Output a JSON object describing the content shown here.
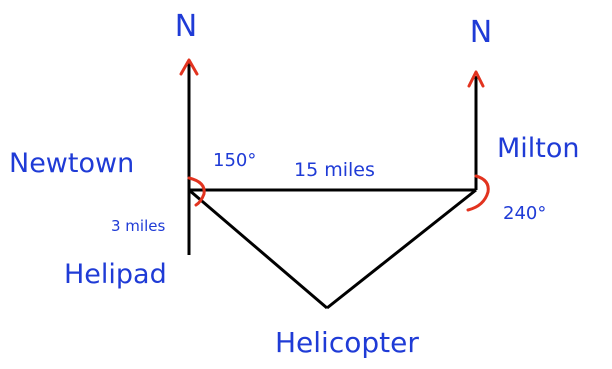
{
  "diagram": {
    "north_left": "N",
    "north_right": "N",
    "labels": {
      "newtown": "Newtown",
      "milton": "Milton",
      "helipad": "Helipad",
      "helicopter": "Helicopter",
      "distance_newtown_milton": "15 miles",
      "distance_newtown_helipad": "3 miles",
      "angle_newtown": "150°",
      "angle_milton": "240°"
    },
    "colors": {
      "text": "#1f3bd6",
      "line": "#000000",
      "north_arrow": "#e2331f",
      "angle_arc": "#e2331f"
    }
  }
}
